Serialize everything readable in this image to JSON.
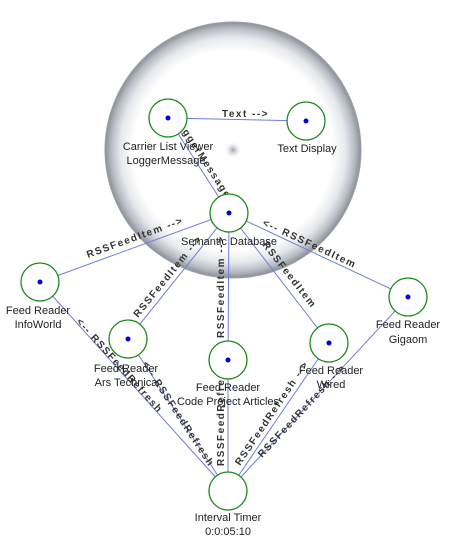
{
  "nodes": {
    "carrier_list_viewer": {
      "lines": [
        "Carrier List Viewer",
        "LoggerMessage"
      ]
    },
    "text_display": {
      "lines": [
        "Text Display"
      ]
    },
    "semantic_database": {
      "lines": [
        "Semantic Database"
      ]
    },
    "feed_infoworld": {
      "lines": [
        "Feed Reader",
        "InfoWorld"
      ]
    },
    "feed_arstechnica": {
      "lines": [
        "Feed Reader",
        "Ars Technica"
      ]
    },
    "feed_codeproject": {
      "lines": [
        "Feed Reader",
        "Code Project Articles"
      ]
    },
    "feed_wired": {
      "lines": [
        "Feed Reader",
        "Wired"
      ]
    },
    "feed_gigaom": {
      "lines": [
        "Feed Reader",
        "Gigaom"
      ]
    },
    "interval_timer": {
      "lines": [
        "Interval Timer",
        "0:0:05:10"
      ]
    }
  },
  "edges": {
    "text_edge": "Text -->",
    "logger_edge": "LoggerMessage",
    "rss_infoworld": "RSSFeedItem -->",
    "rss_gigaom": "<-- RSSFeedItem",
    "rss_ars": "RSSFeedItem -->",
    "rss_codeproject": "RSSFeedItem -->",
    "rss_wired": "RSSFeedItem",
    "refresh_infoworld": "<-- RSSFeedRefresh",
    "refresh_ars": "<-- RSSFeedRefresh",
    "refresh_codeproject": "RSSFeedRefresh -->",
    "refresh_wired": "RSSFeedRefresh -->",
    "refresh_gigaom": "RSSFeedRefresh -->"
  },
  "colors": {
    "node_ring": "#1c8a1c",
    "node_dot": "#0000dd",
    "edge": "#6f7fd8",
    "sphere_edge": "#7f8590"
  }
}
